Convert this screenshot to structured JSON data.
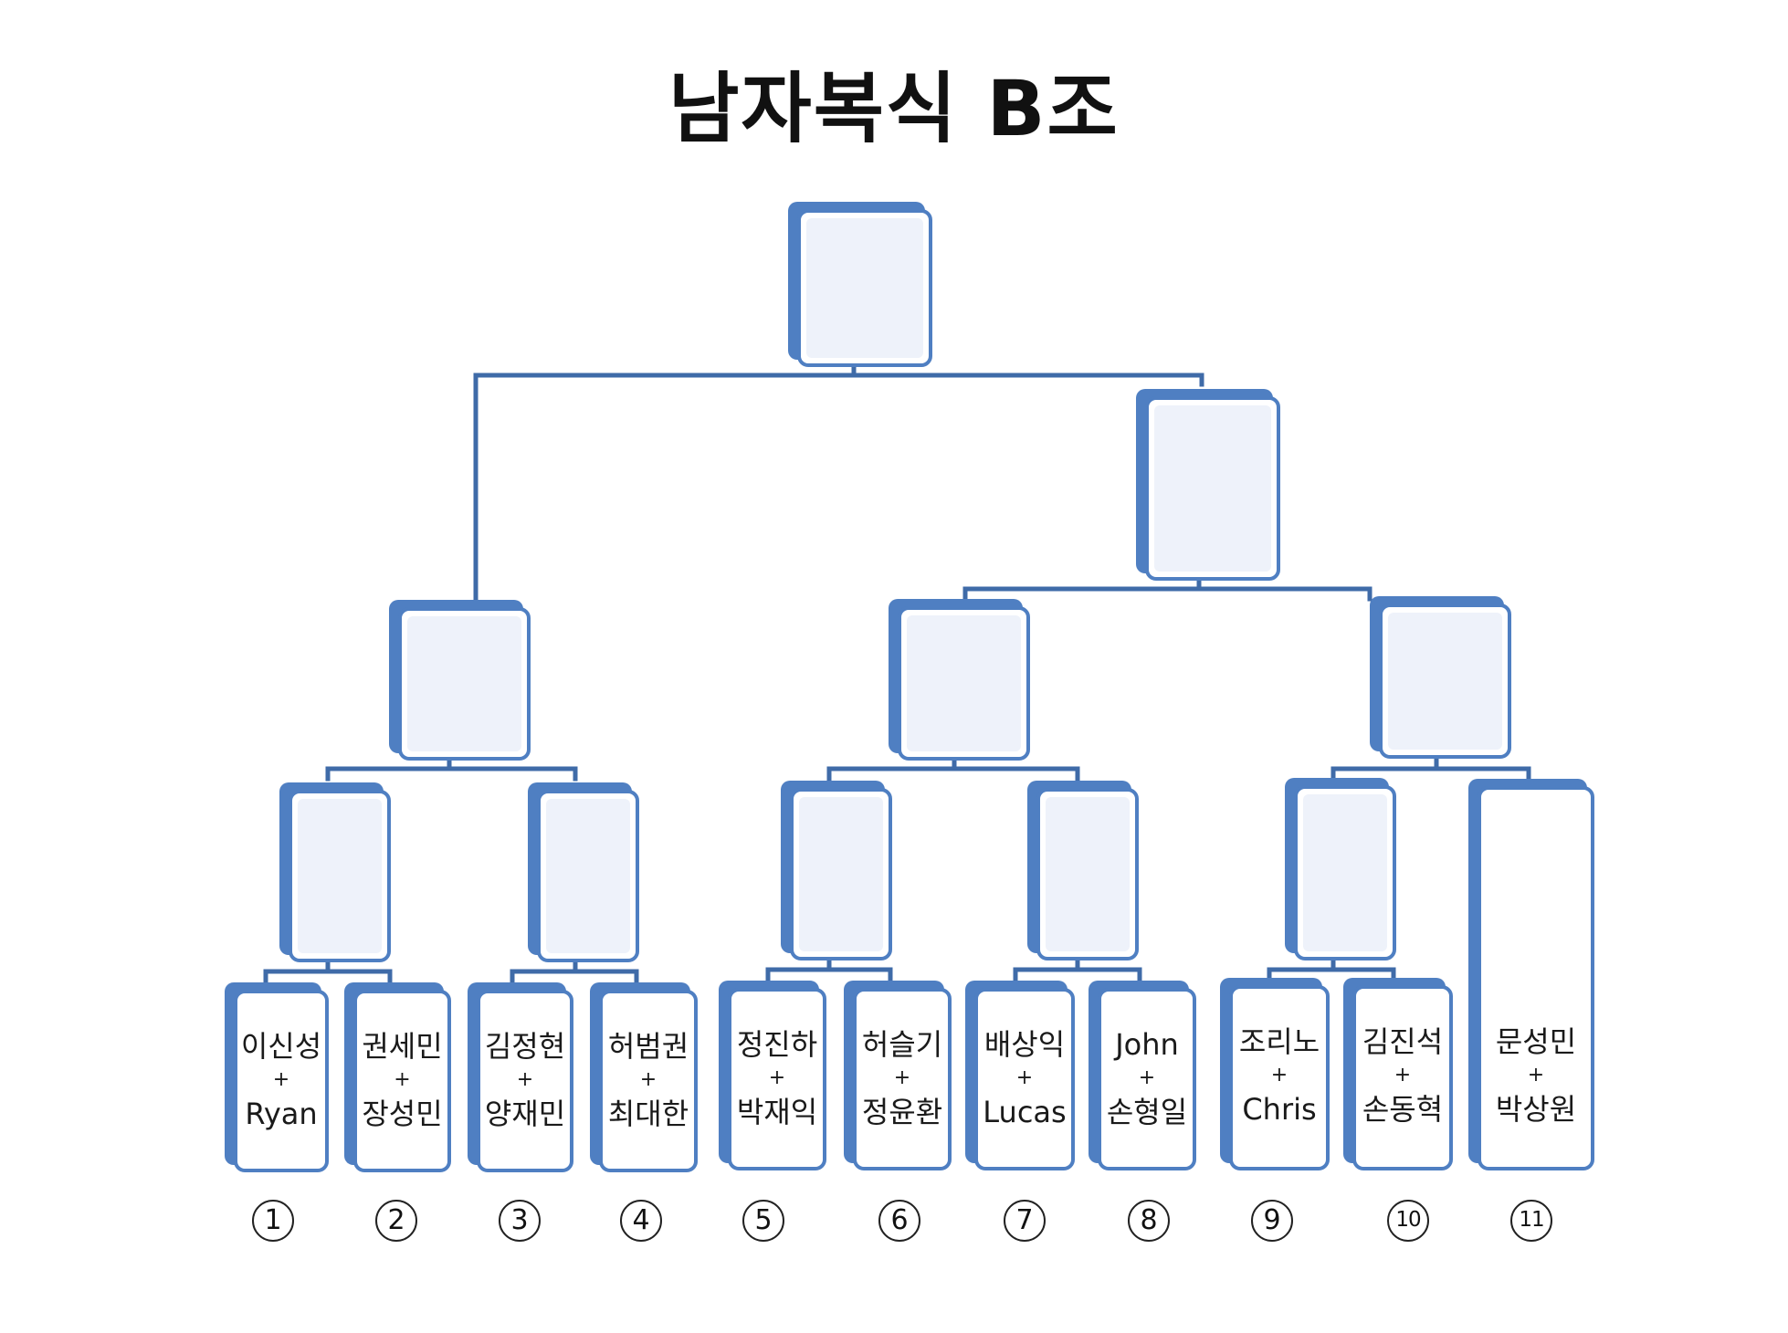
{
  "title": "남자복식 B조",
  "colors": {
    "line": "#3f6ba8",
    "box_border": "#4f7fc2",
    "box_fill": "#eef2fa"
  },
  "teams": [
    {
      "seed": "1",
      "player1": "이신성",
      "plus": "+",
      "player2": "Ryan"
    },
    {
      "seed": "2",
      "player1": "권세민",
      "plus": "+",
      "player2": "장성민"
    },
    {
      "seed": "3",
      "player1": "김정현",
      "plus": "+",
      "player2": "양재민"
    },
    {
      "seed": "4",
      "player1": "허범권",
      "plus": "+",
      "player2": "최대한"
    },
    {
      "seed": "5",
      "player1": "정진하",
      "plus": "+",
      "player2": "박재익"
    },
    {
      "seed": "6",
      "player1": "허슬기",
      "plus": "+",
      "player2": "정윤환"
    },
    {
      "seed": "7",
      "player1": "배상익",
      "plus": "+",
      "player2": "Lucas"
    },
    {
      "seed": "8",
      "player1": "John",
      "plus": "+",
      "player2": "손형일"
    },
    {
      "seed": "9",
      "player1": "조리노",
      "plus": "+",
      "player2": "Chris"
    },
    {
      "seed": "10",
      "player1": "김진석",
      "plus": "+",
      "player2": "손동혁"
    },
    {
      "seed": "11",
      "player1": "문성민",
      "plus": "+",
      "player2": "박상원"
    }
  ]
}
